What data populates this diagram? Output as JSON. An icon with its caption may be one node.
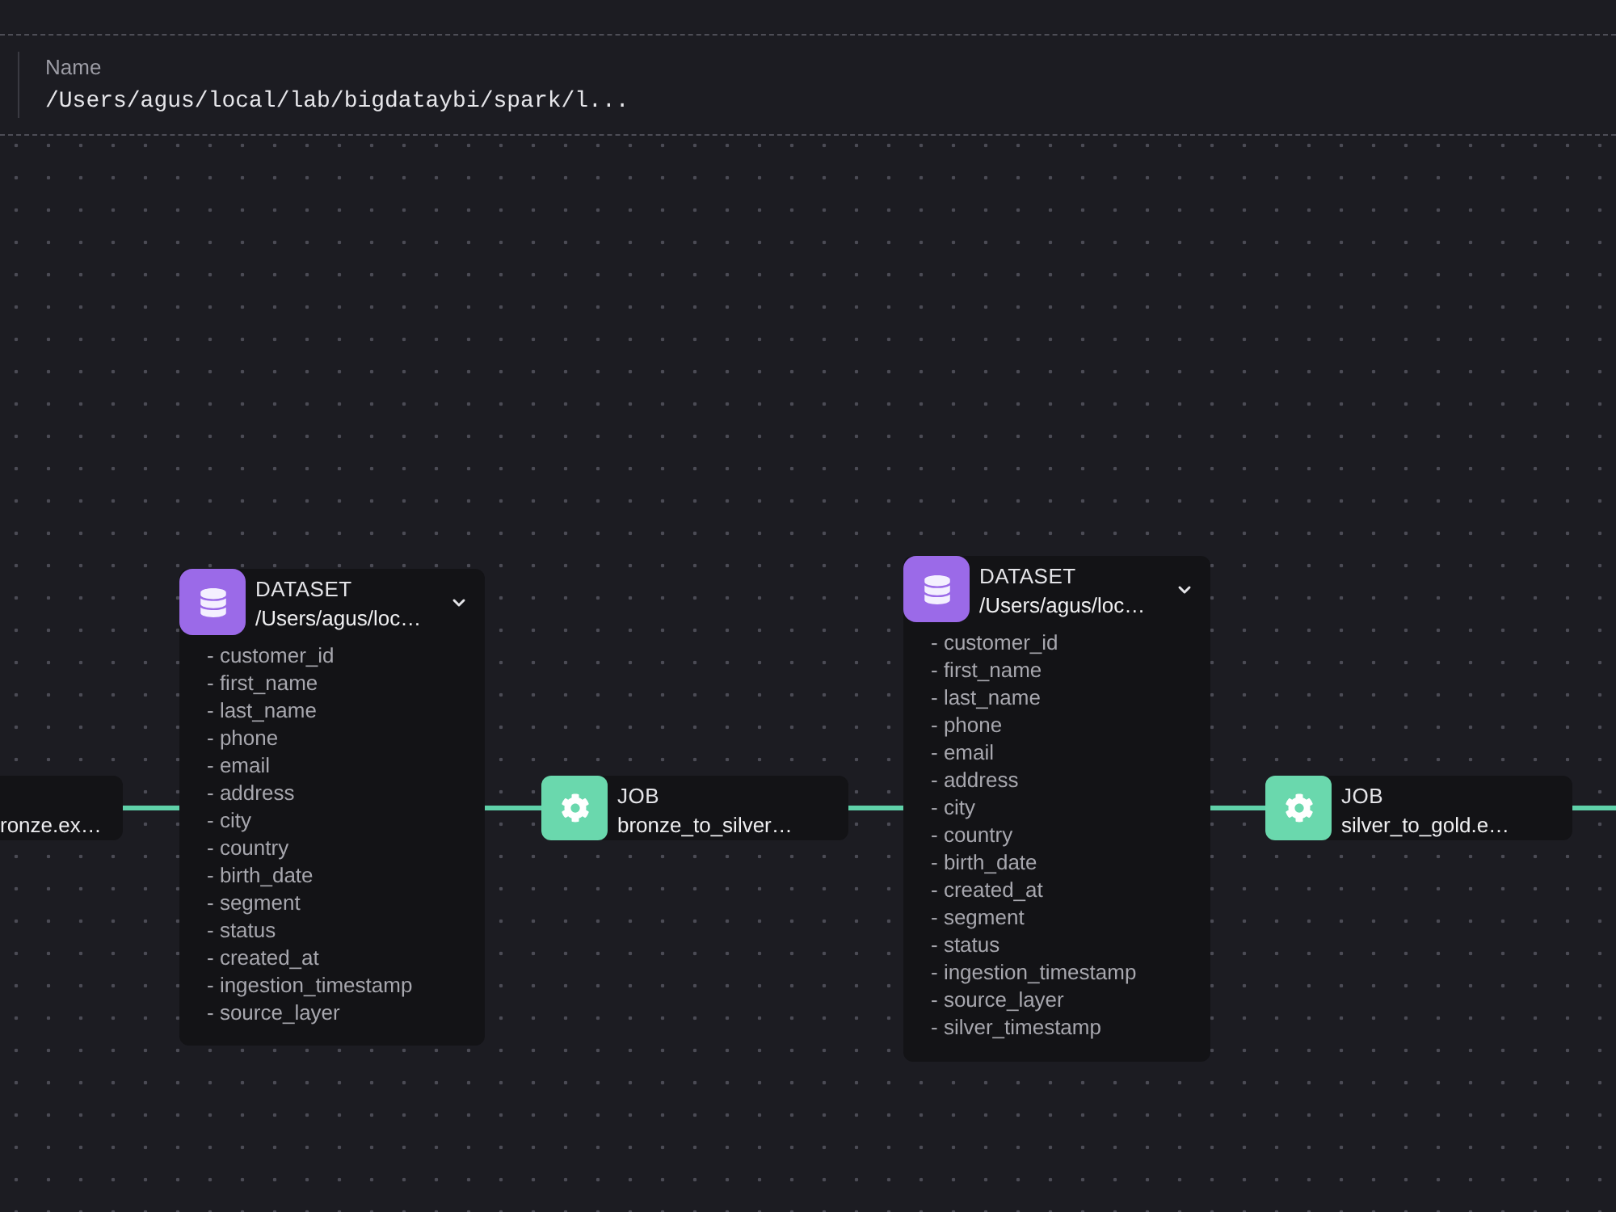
{
  "diagram": {
    "nodes": [
      {
        "text": [
          "ronze.ex…"
        ]
      },
      {
        "text": [
          "DATASET",
          "/Users/agus/loc…",
          "- customer_id",
          "- first_name",
          "- last_name",
          "- phone",
          "- email",
          "- address",
          "- city",
          "- country",
          "- birth_date",
          "- segment",
          "- status",
          "- created_at",
          "- ingestion_timestamp",
          "- source_layer"
        ]
      },
      {
        "text": [
          "JOB",
          "bronze_to_silver…"
        ]
      },
      {
        "text": [
          "DATASET",
          "/Users/agus/loc…",
          "- customer_id",
          "- first_name",
          "- last_name",
          "- phone",
          "- email",
          "- address",
          "- city",
          "- country",
          "- birth_date",
          "- created_at",
          "- segment",
          "- status",
          "- ingestion_timestamp",
          "- source_layer",
          "- silver_timestamp"
        ]
      },
      {
        "text": [
          "JOB",
          "silver_to_gold.e…"
        ]
      }
    ],
    "edges": [
      {
        "from": 0,
        "to": 1,
        "arrow": "none"
      },
      {
        "from": 1,
        "to": 2,
        "arrow": "none"
      },
      {
        "from": 2,
        "to": 3,
        "arrow": "none"
      },
      {
        "from": 3,
        "to": 4,
        "arrow": "none"
      },
      {
        "from": 4,
        "to": null,
        "arrow": "none"
      }
    ],
    "labels": [
      "Name",
      "/Users/agus/local/lab/bigdataybi/spark/l..."
    ]
  }
}
